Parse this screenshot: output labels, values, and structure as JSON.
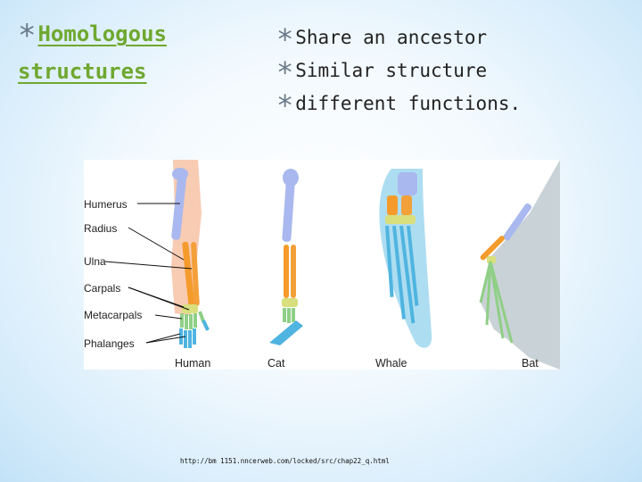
{
  "title": "Homologous structures",
  "bullets": [
    "Share an ancestor",
    "Similar structure",
    "different functions."
  ],
  "figure": {
    "bone_labels": [
      "Humerus",
      "Radius",
      "Ulna",
      "Carpals",
      "Metacarpals",
      "Phalanges"
    ],
    "animals": [
      "Human",
      "Cat",
      "Whale",
      "Bat"
    ],
    "colors": {
      "humerus": "#a9b8ef",
      "radius": "#f49b2c",
      "ulna": "#f4a03a",
      "carpals": "#d8df7c",
      "metacarpals": "#8fcf86",
      "phalanges": "#4fb4e0",
      "skin": "#f6b99a",
      "whale_flipper": "#9fd7ef",
      "bat_wing": "#c9d2d6"
    }
  },
  "source_url": "http://bm 1151.nncerweb.com/locked/src/chap22_q.html"
}
